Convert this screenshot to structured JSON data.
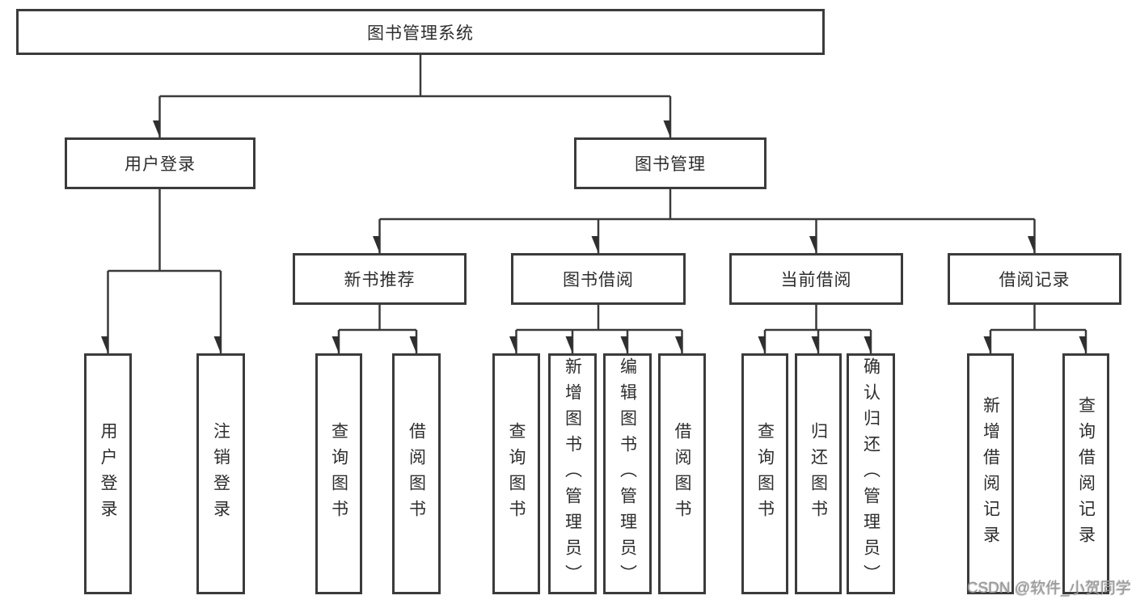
{
  "tree": {
    "label": "图书管理系统",
    "children": [
      {
        "label": "用户登录",
        "children": [
          {
            "label": "用户登录"
          },
          {
            "label": "注销登录"
          }
        ]
      },
      {
        "label": "图书管理",
        "children": [
          {
            "label": "新书推荐",
            "children": [
              {
                "label": "查询图书"
              },
              {
                "label": "借阅图书"
              }
            ]
          },
          {
            "label": "图书借阅",
            "children": [
              {
                "label": "查询图书"
              },
              {
                "label": "新增图书（管理员）"
              },
              {
                "label": "编辑图书（管理员）"
              },
              {
                "label": "借阅图书"
              }
            ]
          },
          {
            "label": "当前借阅",
            "children": [
              {
                "label": "查询图书"
              },
              {
                "label": "归还图书"
              },
              {
                "label": "确认归还（管理员）"
              }
            ]
          },
          {
            "label": "借阅记录",
            "children": [
              {
                "label": "新增借阅记录"
              },
              {
                "label": "查询借阅记录"
              }
            ]
          }
        ]
      }
    ]
  },
  "watermark": "CSDN @软件_小贺同学",
  "colors": {
    "line": "#3a3a3a",
    "arrow": "#2f2f2f",
    "border": "#3b3b3b",
    "text": "#2d2d2d",
    "watermark": "#9a9a9a",
    "background": "#ffffff"
  }
}
